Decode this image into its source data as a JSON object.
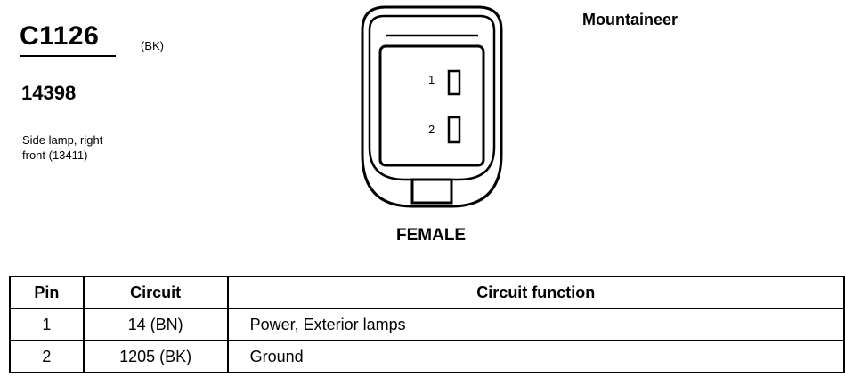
{
  "connector": {
    "id": "C1126",
    "color": "(BK)",
    "part_number": "14398",
    "description_line1": "Side lamp, right",
    "description_line2": "front (13411)",
    "vehicle": "Mountaineer",
    "gender": "FEMALE",
    "pin_labels": [
      "1",
      "2"
    ]
  },
  "table": {
    "headers": {
      "pin": "Pin",
      "circuit": "Circuit",
      "function": "Circuit function"
    },
    "rows": [
      {
        "pin": "1",
        "circuit": "14 (BN)",
        "function": "Power, Exterior lamps"
      },
      {
        "pin": "2",
        "circuit": "1205 (BK)",
        "function": "Ground"
      }
    ]
  }
}
